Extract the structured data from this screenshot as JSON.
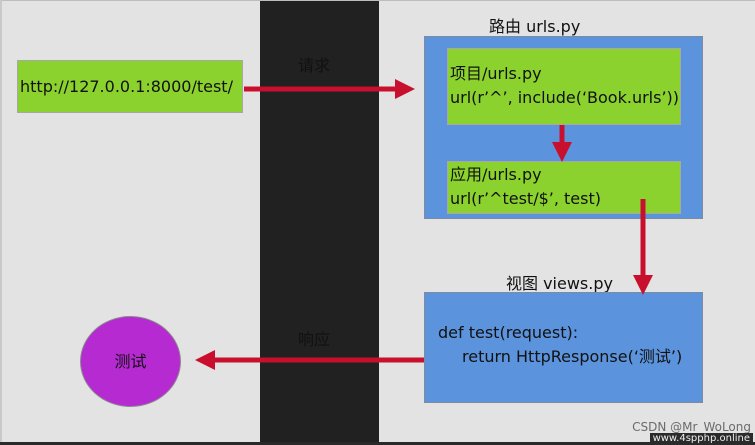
{
  "request_url": "http://127.0.0.1:8000/test/",
  "request_label": "请求",
  "router": {
    "title": "路由 urls.py",
    "project_box": {
      "line1": "项目/urls.py",
      "line2": "url(r’^’, include(‘Book.urls’))"
    },
    "app_box": {
      "line1": "应用/urls.py",
      "line2": "url(r’^test/$’, test)"
    }
  },
  "views": {
    "title": "视图 views.py",
    "line1": "def test(request):",
    "line2": "return HttpResponse(‘测试’)"
  },
  "response_label": "响应",
  "result": "测试",
  "watermark": "CSDN @Mr_WoLong",
  "watermark_site": "www.4spphp.online",
  "colors": {
    "box_green": "#8bd22e",
    "box_blue": "#5b93dc",
    "circle_purple": "#b62ad2",
    "arrow_red": "#c8102e",
    "band_dark": "#212121",
    "background": "#e3e3e3"
  }
}
